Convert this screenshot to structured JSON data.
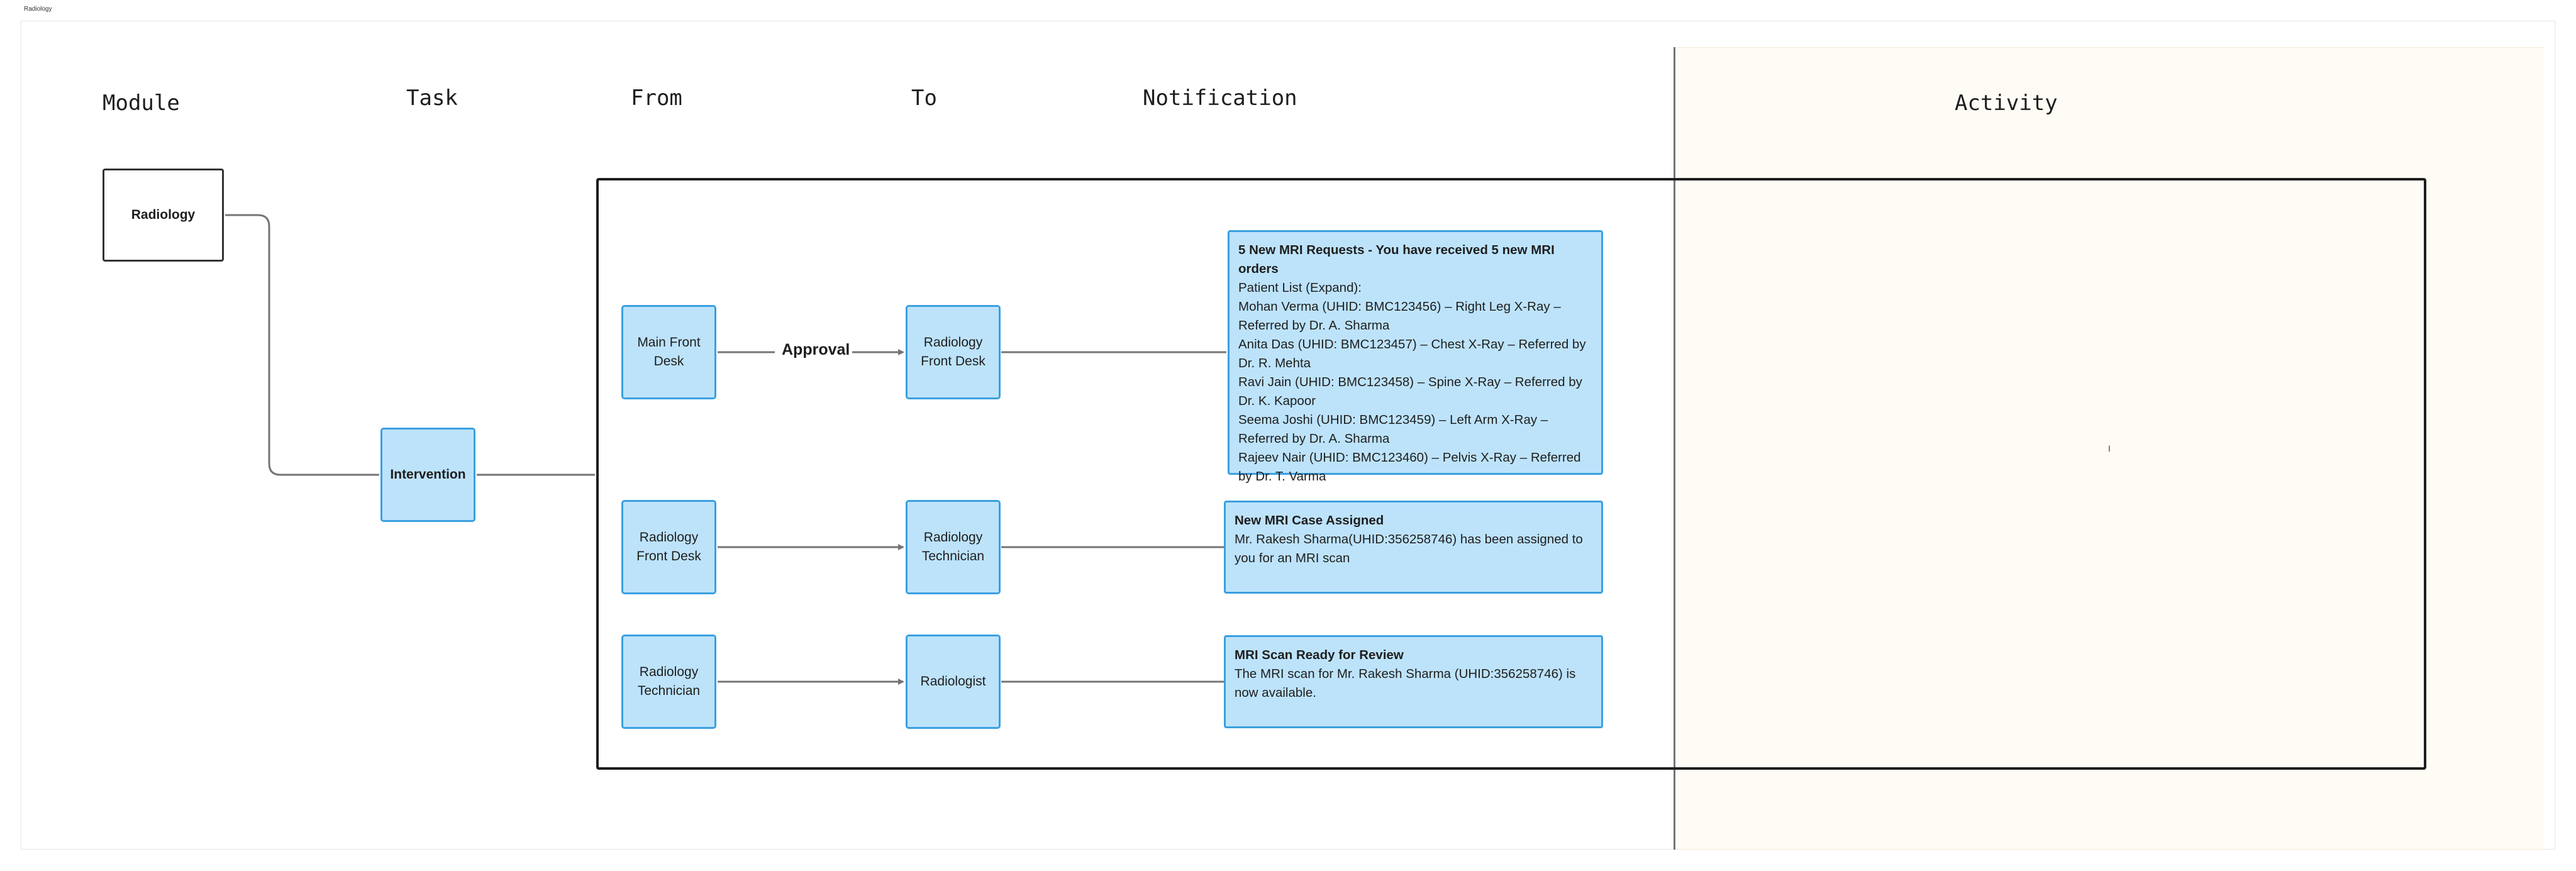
{
  "frame": {
    "label": "Radiology"
  },
  "headers": {
    "module": "Module",
    "task": "Task",
    "from": "From",
    "to": "To",
    "notification": "Notification",
    "activity": "Activity"
  },
  "module": {
    "label": "Radiology"
  },
  "task": {
    "label": "Intervention"
  },
  "flows": [
    {
      "from": "Main Front Desk",
      "edge_label": "Approval",
      "to": "Radiology Front Desk",
      "notification": {
        "title": "5 New MRI Requests - You have received 5 new MRI orders",
        "lines": [
          "Patient List (Expand):",
          "Mohan Verma (UHID: BMC123456) – Right Leg X-Ray – Referred by Dr. A. Sharma",
          "Anita Das (UHID: BMC123457) – Chest X-Ray – Referred by Dr. R. Mehta",
          "Ravi Jain (UHID: BMC123458) – Spine X-Ray – Referred by Dr. K. Kapoor",
          "Seema Joshi (UHID: BMC123459) – Left Arm X-Ray – Referred by Dr. A. Sharma",
          "Rajeev Nair (UHID: BMC123460) – Pelvis X-Ray – Referred by Dr. T. Varma"
        ]
      }
    },
    {
      "from": "Radiology Front Desk",
      "to": "Radiology Technician",
      "notification": {
        "title": "New MRI Case Assigned",
        "body": "Mr. Rakesh Sharma(UHID:356258746) has been assigned to you for an MRI scan"
      }
    },
    {
      "from": "Radiology Technician",
      "to": "Radiologist",
      "notification": {
        "title": "MRI Scan Ready for Review",
        "body": "The MRI scan for Mr. Rakesh Sharma (UHID:356258746) is now available."
      }
    }
  ],
  "cursor": {
    "glyph": "I"
  },
  "colors": {
    "node_fill": "#bde3fb",
    "node_border": "#3aa0e0",
    "activity_bg": "#fffcf5",
    "connector": "#757575"
  }
}
